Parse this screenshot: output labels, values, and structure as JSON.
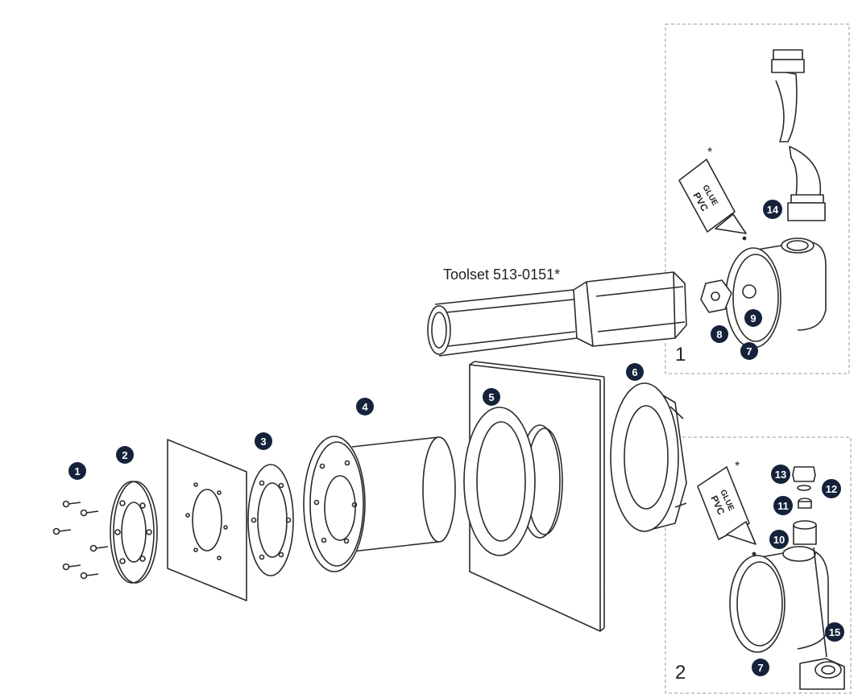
{
  "toolset_label": "Toolset 513-0151*",
  "glue_label": "GLUE",
  "pvc_label": "PVC",
  "asterisk": "*",
  "inset_labels": [
    "1",
    "2"
  ],
  "parts": [
    {
      "n": "1"
    },
    {
      "n": "2"
    },
    {
      "n": "3"
    },
    {
      "n": "4"
    },
    {
      "n": "5"
    },
    {
      "n": "6"
    },
    {
      "n": "7"
    },
    {
      "n": "8"
    },
    {
      "n": "9"
    },
    {
      "n": "10"
    },
    {
      "n": "11"
    },
    {
      "n": "12"
    },
    {
      "n": "13"
    },
    {
      "n": "14"
    },
    {
      "n": "15"
    },
    {
      "n": "7"
    }
  ],
  "colors": {
    "line": "#2a2a2a",
    "callout": "#14233a",
    "inset_border": "#9a9a9a"
  }
}
